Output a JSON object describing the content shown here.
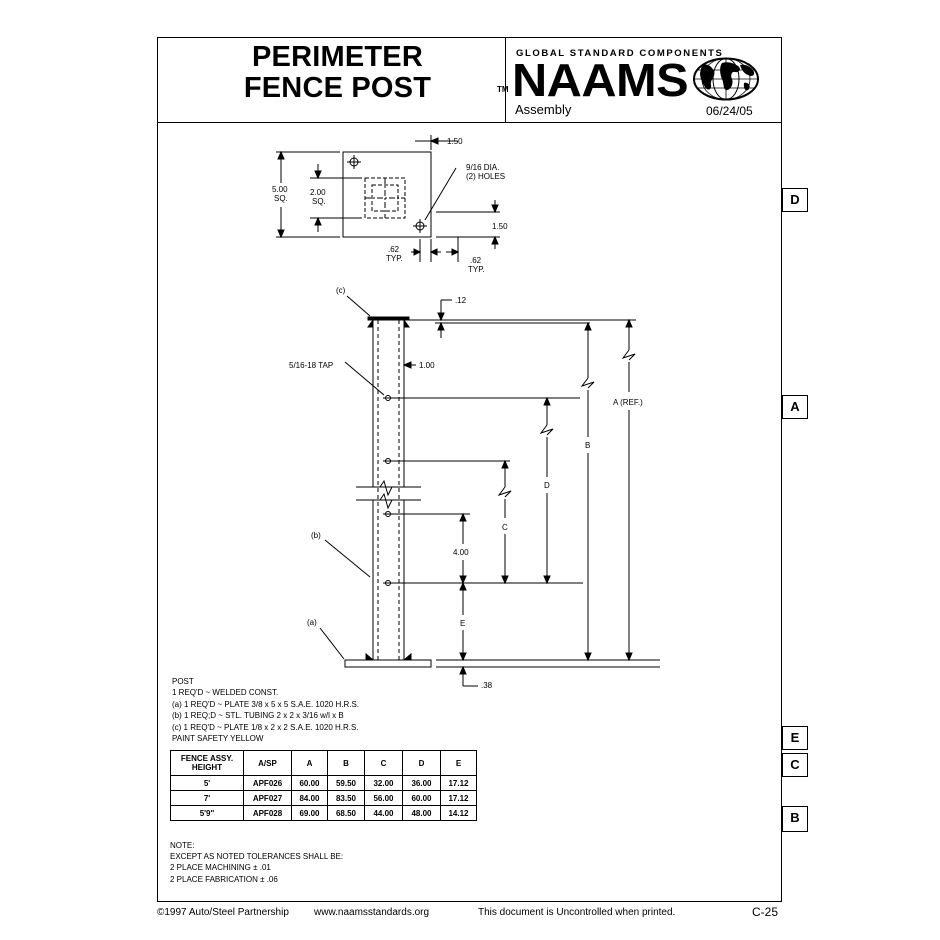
{
  "header": {
    "title_line1": "PERIMETER",
    "title_line2": "FENCE POST",
    "brand_tagline": "GLOBAL STANDARD COMPONENTS",
    "brand_tm": "TM",
    "brand_name": "NAAMS",
    "section": "Assembly",
    "date": "06/24/05"
  },
  "drawing": {
    "plan_view": {
      "dim_1_50_top": "1.50",
      "hole_callout_1": "9/16 DIA.",
      "hole_callout_2": "(2) HOLES",
      "dim_5_00": "5.00",
      "dim_5_00_sq": "SQ.",
      "dim_2_00": "2.00",
      "dim_2_00_sq": "SQ.",
      "dim_1_50_side": "1.50",
      "dim_62_a": ".62",
      "typ_a": "TYP.",
      "dim_62_b": ".62",
      "typ_b": "TYP."
    },
    "elevation": {
      "label_c": "(c)",
      "label_b": "(b)",
      "label_a": "(a)",
      "tap": "5/16-18 TAP",
      "dim_12": ".12",
      "dim_1_00": "1.00",
      "dim_4_00": "4.00",
      "dim_38": ".38",
      "letter_a_ref": "A (REF.)",
      "letter_b": "B",
      "letter_c": "C",
      "letter_d": "D",
      "letter_e": "E"
    }
  },
  "notes": {
    "lines": [
      "POST",
      "1 REQ'D ~ WELDED CONST.",
      "(a) 1 REQ'D ~ PLATE 3/8 x 5 x 5 S.A.E. 1020 H.R.S.",
      "(b) 1 REQ;D ~ STL. TUBING 2 x 2 x 3/16 w/l x B",
      "(c) 1 REQ'D ~ PLATE 1/8 x 2 x 2 S.A.E. 1020 H.R.S.",
      "PAINT SAFETY YELLOW"
    ]
  },
  "table": {
    "headers": [
      "FENCE ASSY. HEIGHT",
      "A/SP",
      "A",
      "B",
      "C",
      "D",
      "E"
    ],
    "rows": [
      [
        "5'",
        "APF026",
        "60.00",
        "59.50",
        "32.00",
        "36.00",
        "17.12"
      ],
      [
        "7'",
        "APF027",
        "84.00",
        "83.50",
        "56.00",
        "60.00",
        "17.12"
      ],
      [
        "5'9\"",
        "APF028",
        "69.00",
        "68.50",
        "44.00",
        "48.00",
        "14.12"
      ]
    ]
  },
  "tolerance_note": {
    "lines": [
      "NOTE:",
      "EXCEPT AS NOTED TOLERANCES SHALL BE:",
      "2 PLACE MACHINING ± .01",
      "2 PLACE FABRICATION ± .06"
    ]
  },
  "footer": {
    "copyright": "©1997 Auto/Steel Partnership",
    "website": "www.naamsstandards.org",
    "disclaimer": "This document is Uncontrolled when printed.",
    "page": "C-25"
  },
  "side_tabs": [
    "D",
    "A",
    "E",
    "C",
    "B"
  ]
}
